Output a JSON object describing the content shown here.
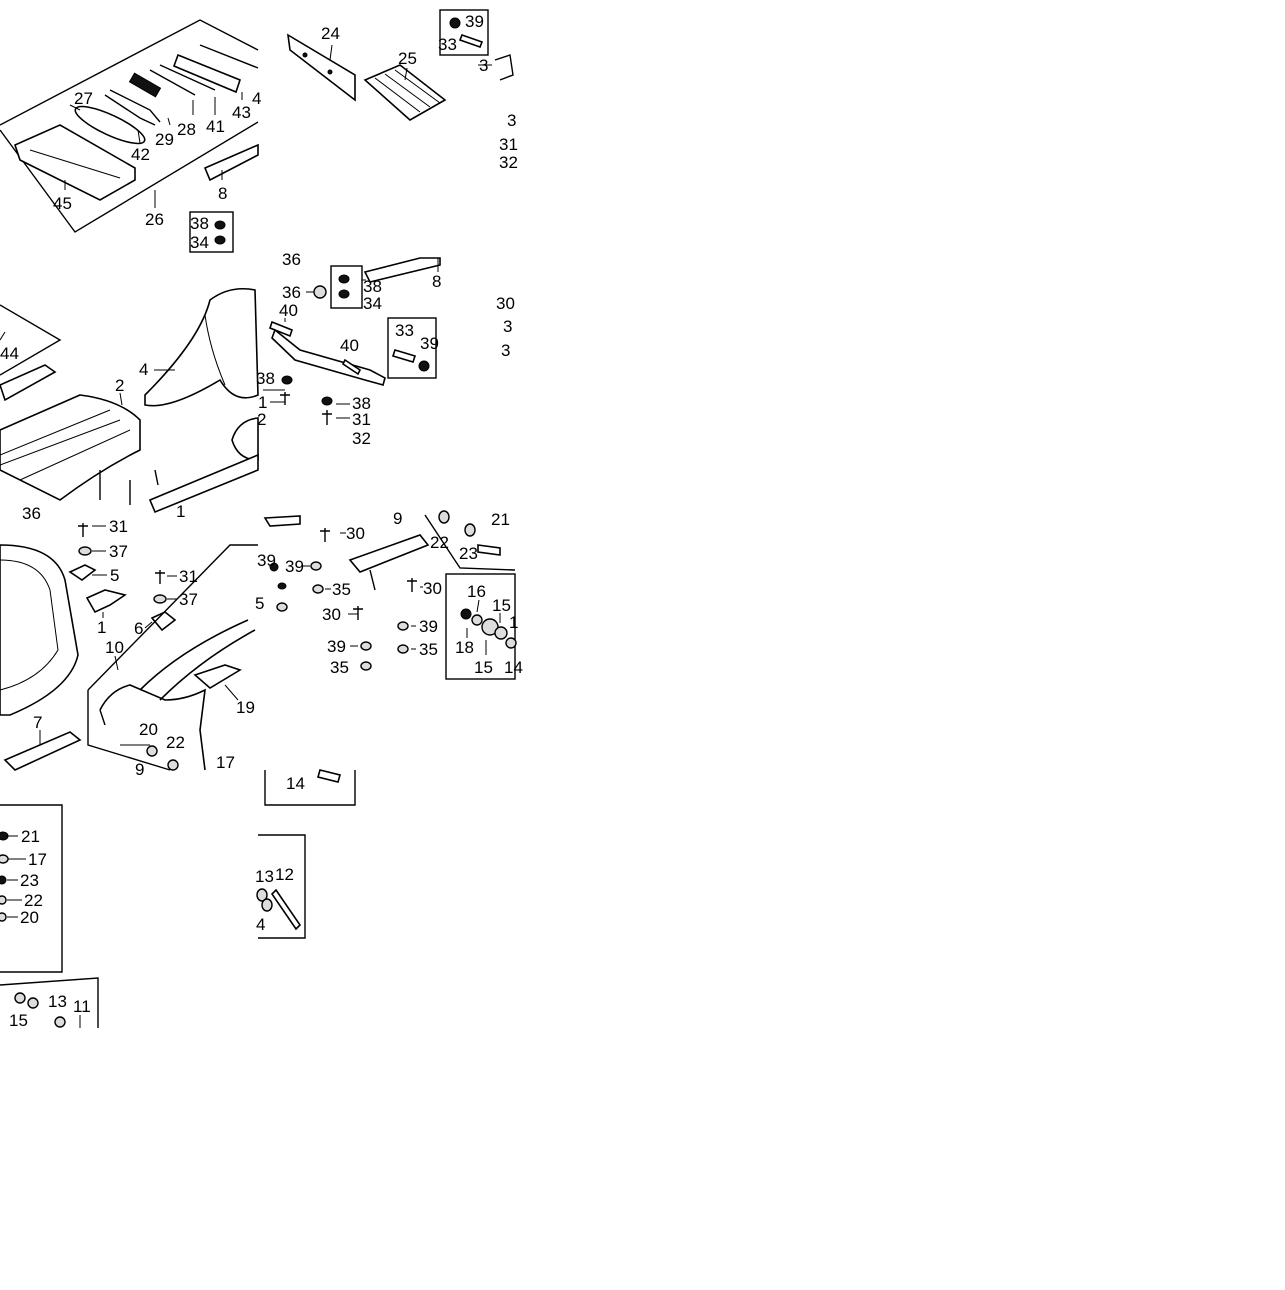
{
  "tile_a": {
    "labels": [
      "24",
      "25",
      "39",
      "33",
      "3",
      "27",
      "4",
      "43",
      "41",
      "28",
      "29",
      "42",
      "45",
      "26",
      "8",
      "38",
      "34",
      "3",
      "31",
      "32"
    ]
  },
  "tile_b": {
    "labels": [
      "36",
      "8",
      "36",
      "38",
      "34",
      "40",
      "40",
      "33",
      "39",
      "30",
      "3",
      "3",
      "4",
      "44",
      "2",
      "38",
      "1",
      "2",
      "38",
      "31",
      "32",
      "36",
      "1"
    ]
  },
  "tile_c": {
    "labels": [
      "9",
      "21",
      "31",
      "30",
      "22",
      "23",
      "37",
      "39",
      "39",
      "35",
      "30",
      "16",
      "15",
      "5",
      "31",
      "37",
      "5",
      "30",
      "39",
      "18",
      "1",
      "6",
      "1",
      "35",
      "15",
      "14",
      "10",
      "39",
      "35",
      "19",
      "20",
      "22",
      "7",
      "9",
      "17"
    ]
  },
  "tile_d": {
    "labels": [
      "14",
      "21",
      "17",
      "23",
      "22",
      "20",
      "13",
      "12",
      "4",
      "15",
      "13",
      "11"
    ]
  }
}
